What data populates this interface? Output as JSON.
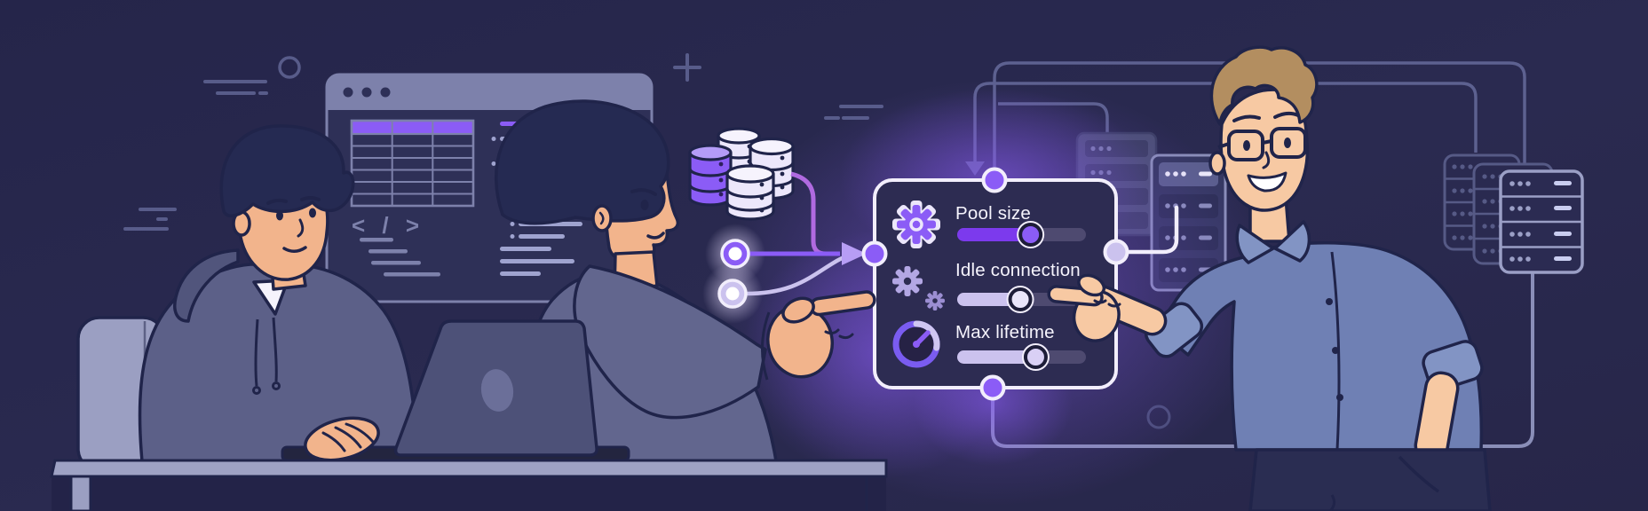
{
  "settings_panel": {
    "rows": [
      {
        "label": "Pool size",
        "icon": "gear-icon",
        "value_pct": 57,
        "fill_color": "#7c3aed",
        "knob_color": "#8b5cf6"
      },
      {
        "label": "Idle connection",
        "icon": "gears-icon",
        "value_pct": 49,
        "fill_color": "#cbc2ee",
        "knob_color": "#e9e5f9"
      },
      {
        "label": "Max lifetime",
        "icon": "gauge-icon",
        "value_pct": 61,
        "fill_color": "#cbc2ee",
        "knob_color": "#d9d0f5"
      }
    ],
    "panel_fill": "#2d2c52",
    "panel_border": "#f2eefc",
    "glow_color": "#8b5cf6"
  },
  "browser_window": {
    "code_symbol": "< / >",
    "table": {
      "columns": 3,
      "body_rows": 6,
      "header_color": "#8b5cf6"
    },
    "traffic_dots": 3
  },
  "colors": {
    "background": "#29294e",
    "accent_purple": "#8b5cf6",
    "lavender": "#cbc2ee",
    "line_slate": "#5d6190",
    "white_stroke": "#f2eefc",
    "desk": "#9ea2c4",
    "skin": "#f2b48c",
    "outline": "#20244a"
  },
  "icons": [
    "database-icon",
    "server-icon",
    "gear-icon",
    "gears-icon",
    "gauge-icon",
    "code-icon",
    "down-arrow-icon",
    "right-arrow-icon",
    "connection-node",
    "plus-icon"
  ]
}
